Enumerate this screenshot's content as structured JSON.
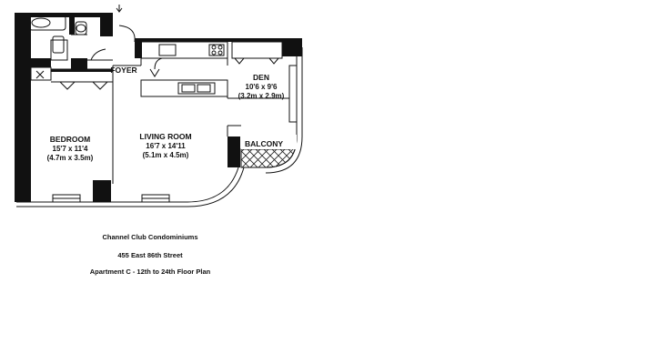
{
  "rooms": {
    "foyer": {
      "name": "FOYER"
    },
    "den": {
      "name": "DEN",
      "dim_ft": "10'6 x 9'6",
      "dim_m": "(3.2m x 2.9m)"
    },
    "bedroom": {
      "name": "BEDROOM",
      "dim_ft": "15'7 x 11'4",
      "dim_m": "(4.7m x 3.5m)"
    },
    "living": {
      "name": "LIVING ROOM",
      "dim_ft": "16'7 x 14'11",
      "dim_m": "(5.1m x 4.5m)"
    },
    "balcony": {
      "name": "BALCONY"
    }
  },
  "caption": {
    "line1": "Channel Club Condominiums",
    "line2": "455 East 86th Street",
    "line3": "Apartment C - 12th to 24th Floor Plan"
  }
}
